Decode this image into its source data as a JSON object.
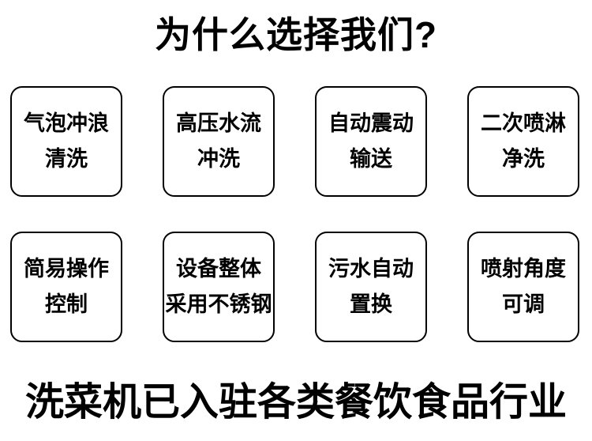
{
  "header": {
    "title": "为什么选择我们?"
  },
  "features": [
    {
      "line1": "气泡冲浪",
      "line2": "清洗"
    },
    {
      "line1": "高压水流",
      "line2": "冲洗"
    },
    {
      "line1": "自动震动",
      "line2": "输送"
    },
    {
      "line1": "二次喷淋",
      "line2": "净洗"
    },
    {
      "line1": "简易操作",
      "line2": "控制"
    },
    {
      "line1": "设备整体",
      "line2": "采用不锈钢"
    },
    {
      "line1": "污水自动",
      "line2": "置换"
    },
    {
      "line1": "喷射角度",
      "line2": "可调"
    }
  ],
  "footer": {
    "title": "洗菜机已入驻各类餐饮食品行业"
  },
  "colors": {
    "text": "#000000",
    "border": "#000000",
    "background": "#ffffff"
  }
}
